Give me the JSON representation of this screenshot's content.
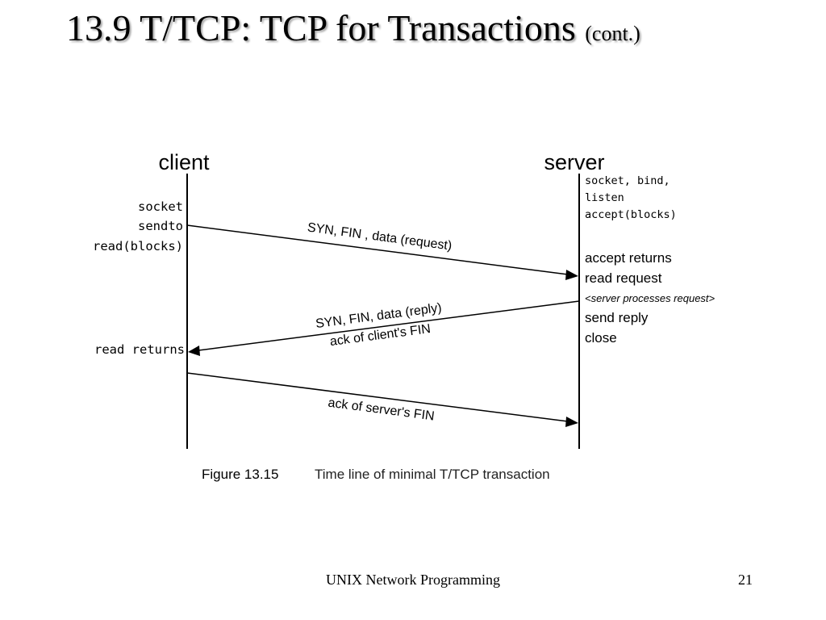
{
  "slide": {
    "title": "13.9 T/TCP: TCP for Transactions",
    "title_suffix": "(cont.)"
  },
  "diagram": {
    "client_label": "client",
    "server_label": "server",
    "client_calls": [
      "socket",
      "sendto",
      "read(blocks)"
    ],
    "client_read_returns": "read returns",
    "server_calls_mono": [
      "socket, bind,",
      "listen",
      "accept(blocks)"
    ],
    "server_steps": [
      "accept returns",
      "read request"
    ],
    "server_processing": "<server processes request>",
    "server_steps_after": [
      "send reply",
      "close"
    ],
    "segments": {
      "request": "SYN, FIN , data (request)",
      "reply_line1": "SYN, FIN, data (reply)",
      "reply_line2": "ack of client's FIN",
      "final_ack": "ack of server's FIN"
    },
    "caption_label": "Figure 13.15",
    "caption_text": "Time line of minimal T/TCP transaction"
  },
  "footer": {
    "course": "UNIX Network Programming",
    "page": "21"
  }
}
